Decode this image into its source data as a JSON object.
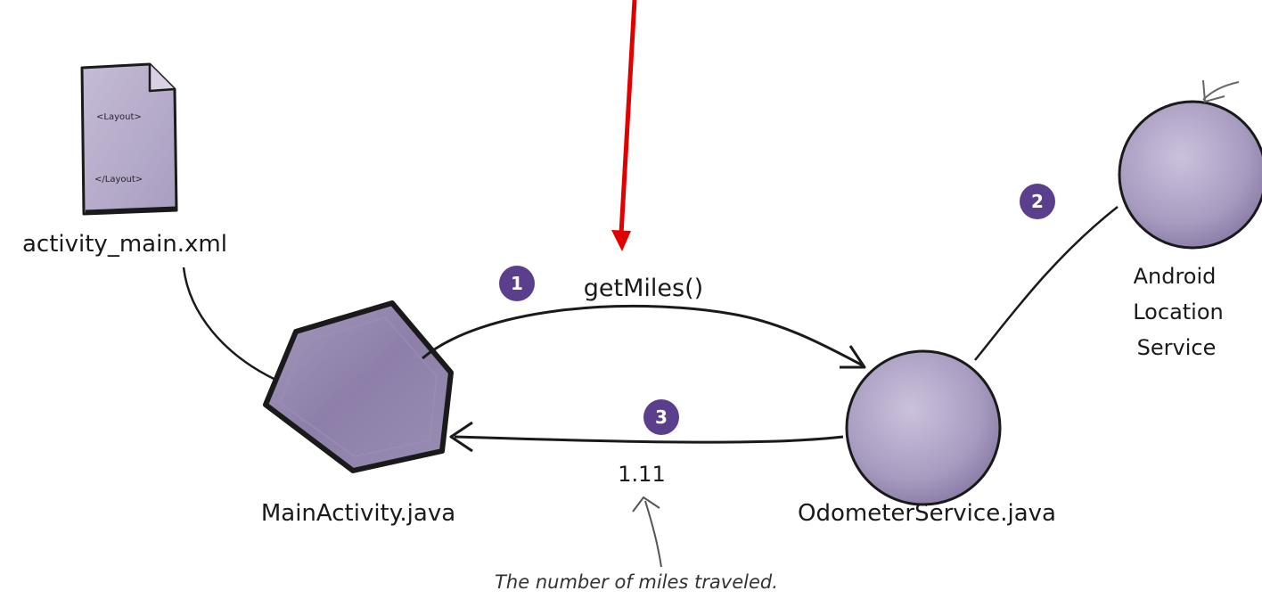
{
  "colors": {
    "arrow_red": "#e00000",
    "node_fill": "#b3a8c8",
    "node_fill_dark": "#8f82a8",
    "badge_fill": "#5b3f8c",
    "stroke": "#1a1a1a"
  },
  "nodes": {
    "layout_file": {
      "label": "activity_main.xml",
      "tag_open": "<Layout>",
      "tag_close": "</Layout>"
    },
    "main_activity": {
      "label": "MainActivity.java"
    },
    "odometer_service": {
      "label": "OdometerService.java"
    },
    "location_service": {
      "label_lines": [
        "Android",
        "Location",
        "Service"
      ]
    }
  },
  "steps": [
    {
      "badge": "1",
      "label": "getMiles()"
    },
    {
      "badge": "2",
      "label": ""
    },
    {
      "badge": "3",
      "label": "1.11"
    }
  ],
  "annotation": {
    "text": "The number of miles traveled."
  }
}
